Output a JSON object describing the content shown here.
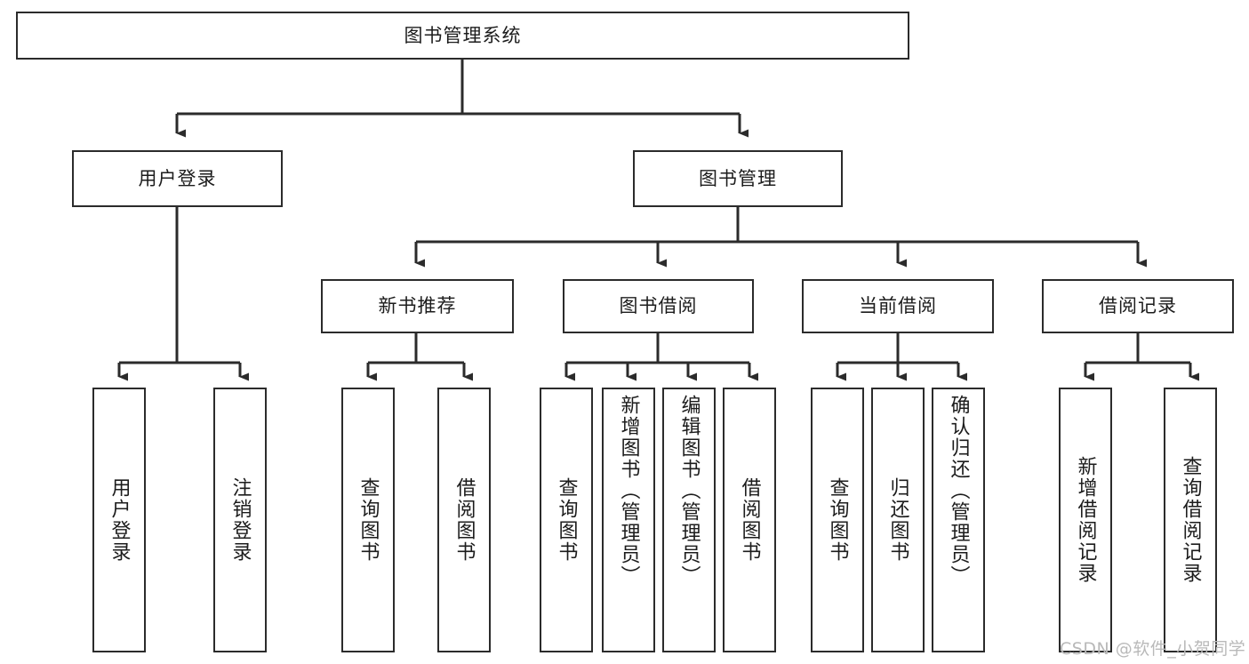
{
  "diagram": {
    "title": "图书管理系统",
    "root": {
      "id": "root",
      "label": "图书管理系统"
    },
    "level2": [
      {
        "id": "login",
        "label": "用户登录"
      },
      {
        "id": "bookmgmt",
        "label": "图书管理"
      }
    ],
    "level3": [
      {
        "id": "newbook",
        "label": "新书推荐"
      },
      {
        "id": "borrow",
        "label": "图书借阅"
      },
      {
        "id": "current",
        "label": "当前借阅"
      },
      {
        "id": "records",
        "label": "借阅记录"
      }
    ],
    "leaves": [
      {
        "id": "leaf-user-login",
        "label": "用户登录",
        "parent": "login"
      },
      {
        "id": "leaf-user-logout",
        "label": "注销登录",
        "parent": "login"
      },
      {
        "id": "leaf-query-book-1",
        "label": "查询图书",
        "parent": "newbook"
      },
      {
        "id": "leaf-borrow-book-1",
        "label": "借阅图书",
        "parent": "newbook"
      },
      {
        "id": "leaf-query-book-2",
        "label": "查询图书",
        "parent": "borrow"
      },
      {
        "id": "leaf-add-book",
        "label": "新增图书（管理员）",
        "parent": "borrow"
      },
      {
        "id": "leaf-edit-book",
        "label": "编辑图书（管理员）",
        "parent": "borrow"
      },
      {
        "id": "leaf-borrow-book-2",
        "label": "借阅图书",
        "parent": "borrow"
      },
      {
        "id": "leaf-query-book-3",
        "label": "查询图书",
        "parent": "current"
      },
      {
        "id": "leaf-return-book",
        "label": "归还图书",
        "parent": "current"
      },
      {
        "id": "leaf-confirm-return",
        "label": "确认归还（管理员）",
        "parent": "current"
      },
      {
        "id": "leaf-add-record",
        "label": "新增借阅记录",
        "parent": "records"
      },
      {
        "id": "leaf-query-record",
        "label": "查询借阅记录",
        "parent": "records"
      }
    ],
    "watermark": "CSDN @软件_小贺同学",
    "colors": {
      "stroke": "#2b2b2b",
      "fill": "#ffffff",
      "text": "#1c1c1c",
      "watermark": "#b9b9b9"
    }
  }
}
